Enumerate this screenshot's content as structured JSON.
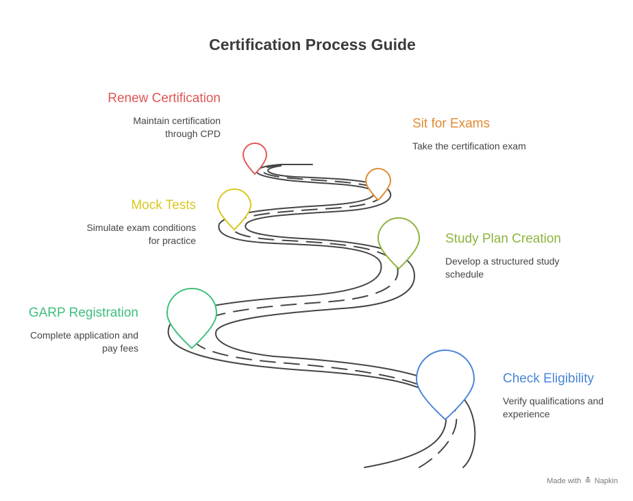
{
  "title": "Certification Process Guide",
  "steps": [
    {
      "id": "renew",
      "heading": "Renew Certification",
      "line1": "Maintain certification",
      "line2": "through CPD",
      "color": "#e05656"
    },
    {
      "id": "exams",
      "heading": "Sit for Exams",
      "line1": "Take the certification exam",
      "line2": "",
      "color": "#e08a30"
    },
    {
      "id": "mock",
      "heading": "Mock Tests",
      "line1": "Simulate exam conditions",
      "line2": "for practice",
      "color": "#d8c820"
    },
    {
      "id": "study",
      "heading": "Study Plan Creation",
      "line1": "Develop a structured study",
      "line2": "schedule",
      "color": "#8cb43c"
    },
    {
      "id": "garp",
      "heading": "GARP Registration",
      "line1": "Complete application and",
      "line2": "pay fees",
      "color": "#3cbf7c"
    },
    {
      "id": "check",
      "heading": "Check Eligibility",
      "line1": "Verify qualifications and",
      "line2": "experience",
      "color": "#4a84d8"
    }
  ],
  "footer": {
    "prefix": "Made with",
    "icon": "napkin-logo-icon",
    "brand": "Napkin"
  }
}
